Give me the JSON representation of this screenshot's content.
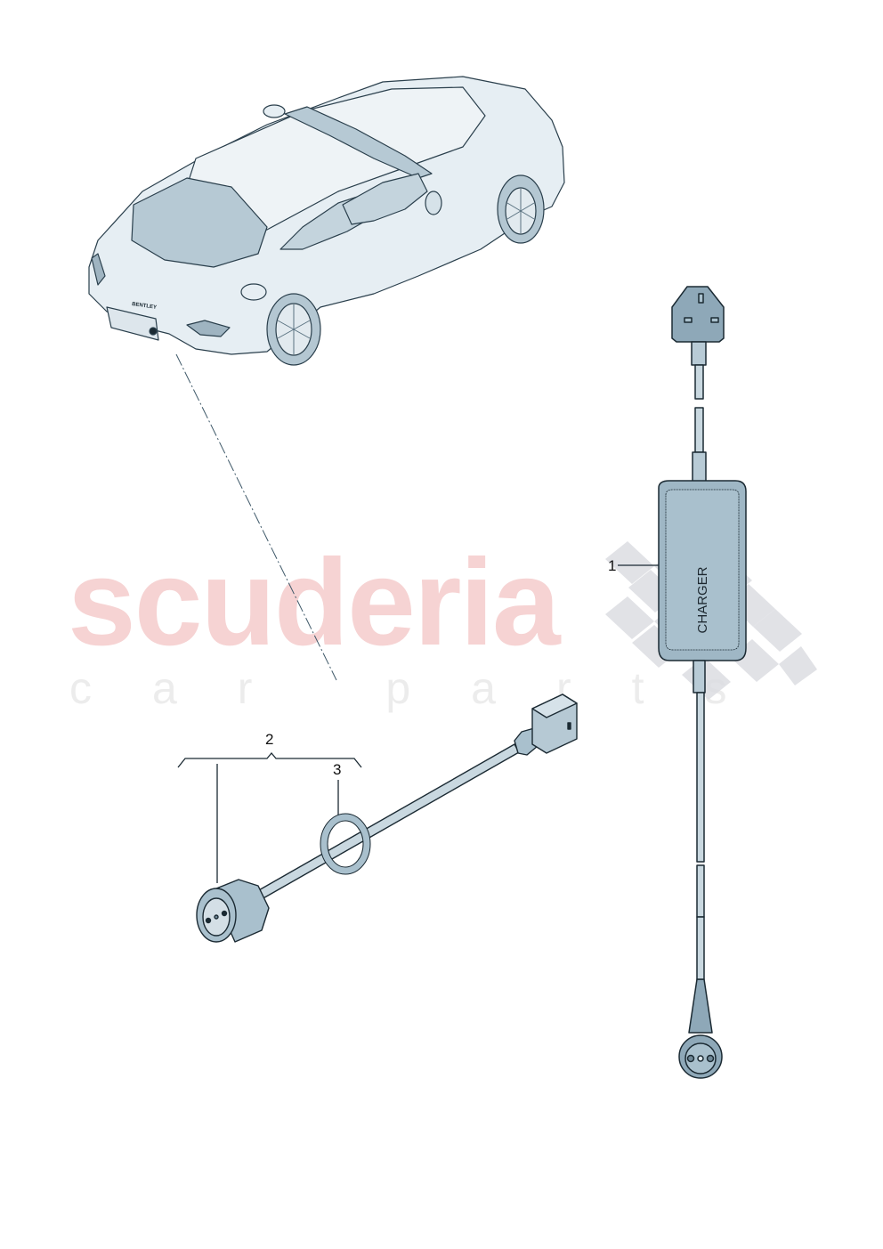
{
  "diagram": {
    "subject": "Bentley Continental GT coupe - charger / battery maintainer installation",
    "car": {
      "badge_text": "BENTLEY"
    },
    "parts": [
      {
        "callout": "1",
        "label": "CHARGER",
        "description": "Battery charger with UK 3-pin mains plug and round vehicle connector"
      },
      {
        "callout": "2",
        "description": "Charging socket with cable harness and connector (bracket group)"
      },
      {
        "callout": "3",
        "description": "Threaded retaining ring / nut"
      }
    ]
  },
  "watermark": {
    "main": "scuderia",
    "sub": "car parts"
  },
  "colors": {
    "part_fill": "#a9c0cd",
    "part_fill_dark": "#7f9aab",
    "outline": "#1b2a33",
    "car_fill": "#e6eef3",
    "glass": "#b6c9d4",
    "watermark_red": "#f6d3d3",
    "watermark_grey": "#ececec",
    "flag_grey": "#dcdde2"
  }
}
